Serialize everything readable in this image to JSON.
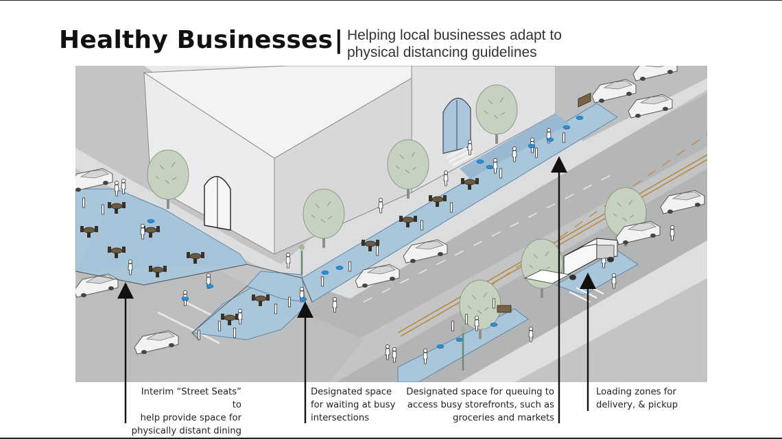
{
  "header": {
    "title": "Healthy Businesses",
    "title_bar": "|",
    "subtitle_line1": "Helping local businesses adapt to",
    "subtitle_line2": "physical distancing guidelines"
  },
  "colors": {
    "ground": "#c9cacc",
    "road": "#b6b7b9",
    "sidewalk": "#e4e4e6",
    "zone_blue": "#a9c6da",
    "zone_blue_dark": "#7fa7c4",
    "marker_blue": "#2b8fd6",
    "tree": "#c6d2bf",
    "building": "#ececee",
    "lane_yellow": "#b88a3a"
  },
  "captions": [
    {
      "lines": [
        "Interim “Street Seats” to",
        "help provide space for",
        "physically distant dining"
      ],
      "align": "right"
    },
    {
      "lines": [
        "Designated space",
        "for waiting at busy",
        "intersections"
      ],
      "align": "left"
    },
    {
      "lines": [
        "Designated space for queuing to",
        "access busy storefronts, such as",
        "groceries and markets"
      ],
      "align": "right"
    },
    {
      "lines": [
        "Loading zones for",
        "delivery, & pickup"
      ],
      "align": "left"
    }
  ]
}
